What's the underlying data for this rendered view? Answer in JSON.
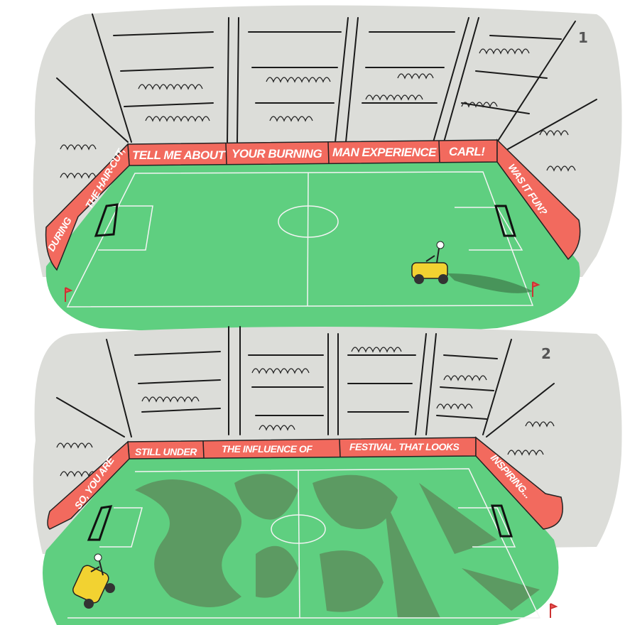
{
  "panels": [
    {
      "number": "1",
      "banners": {
        "left_lower": "DURING",
        "left_upper": "THE HAIR-CUT,",
        "top": [
          "TELL ME ABOUT",
          "YOUR BURNING",
          "MAN EXPERIENCE",
          "CARL!"
        ],
        "right": "WAS IT FUN?"
      }
    },
    {
      "number": "2",
      "banners": {
        "left": "SO, YOU ARE",
        "top": [
          "STILL UNDER",
          "THE INFLUENCE OF",
          "FESTIVAL. THAT LOOKS"
        ],
        "right": "INSPIRING..."
      }
    }
  ],
  "colors": {
    "stands": "#dcddd9",
    "banner": "#f26a5e",
    "grass": "#5fcf80",
    "mowed": "#5c9a62",
    "mower": "#f2d231"
  }
}
